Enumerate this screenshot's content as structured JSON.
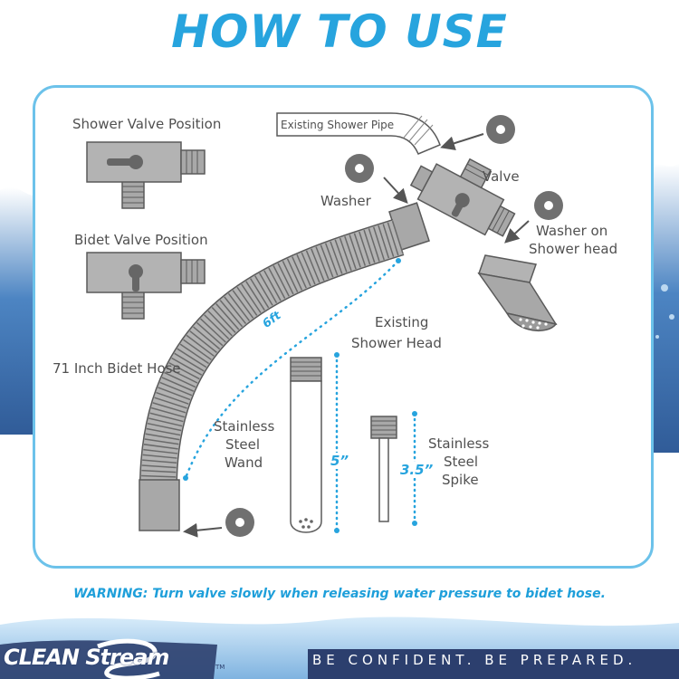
{
  "title": "HOW TO USE",
  "labels": {
    "shower_valve_position": "Shower Valve Position",
    "bidet_valve_position": "Bidet Valve Position",
    "existing_shower_pipe": "Existing Shower Pipe",
    "valve": "Valve",
    "washer": "Washer",
    "washer_on_shower_head_line1": "Washer on",
    "washer_on_shower_head_line2": "Shower head",
    "existing_shower_head_line1": "Existing",
    "existing_shower_head_line2": "Shower Head",
    "bidet_hose": "71 Inch Bidet Hose",
    "hose_length": "6ft",
    "wand_line1": "Stainless",
    "wand_line2": "Steel",
    "wand_line3": "Wand",
    "wand_length": "5”",
    "spike_line1": "Stainless",
    "spike_line2": "Steel",
    "spike_line3": "Spike",
    "spike_length": "3.5”"
  },
  "warning": {
    "prefix": "WARNING:",
    "text": " Turn valve slowly when releasing water pressure to bidet hose."
  },
  "footer": {
    "brand": "CLEAN Stream",
    "trademark": "TM",
    "tagline": "BE CONFIDENT. BE PREPARED."
  },
  "colors": {
    "accent": "#27a4de",
    "part_fill": "#a8a8a8",
    "part_stroke": "#5a5a5a",
    "washer": "#707070",
    "brand_navy": "#2c3f6e"
  }
}
